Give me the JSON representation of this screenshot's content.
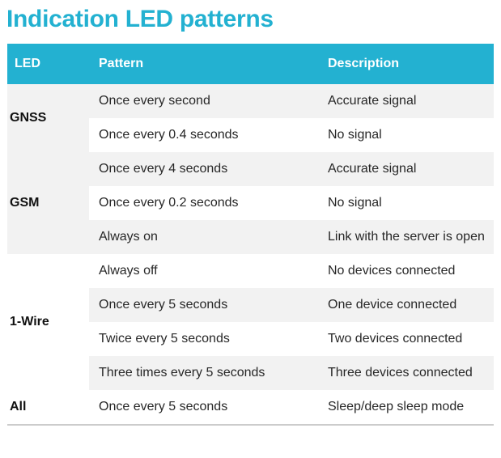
{
  "page": {
    "title": "Indication LED patterns"
  },
  "theme": {
    "accent": "#23b1d1",
    "stripe": "#f2f2f2",
    "header_text": "#ffffff",
    "body_text": "#272727",
    "led_text": "#111111",
    "bottom_border": "#cccccc"
  },
  "table": {
    "headers": [
      "LED",
      "Pattern",
      "Description"
    ],
    "groups": [
      {
        "led": "GNSS",
        "rows": [
          {
            "pattern": "Once every second",
            "description": "Accurate signal"
          },
          {
            "pattern": "Once every 0.4 seconds",
            "description": "No signal"
          }
        ]
      },
      {
        "led": "GSM",
        "rows": [
          {
            "pattern": "Once every 4 seconds",
            "description": "Accurate signal"
          },
          {
            "pattern": "Once every 0.2 seconds",
            "description": "No signal"
          },
          {
            "pattern": "Always on",
            "description": "Link with the server is open"
          }
        ]
      },
      {
        "led": "1-Wire",
        "rows": [
          {
            "pattern": "Always off",
            "description": "No devices connected"
          },
          {
            "pattern": "Once every 5 seconds",
            "description": "One device connected"
          },
          {
            "pattern": "Twice every 5 seconds",
            "description": "Two devices connected"
          },
          {
            "pattern": "Three times every 5 seconds",
            "description": "Three devices connected"
          }
        ]
      },
      {
        "led": "All",
        "rows": [
          {
            "pattern": "Once every 5 seconds",
            "description": "Sleep/deep sleep mode"
          }
        ]
      }
    ]
  }
}
